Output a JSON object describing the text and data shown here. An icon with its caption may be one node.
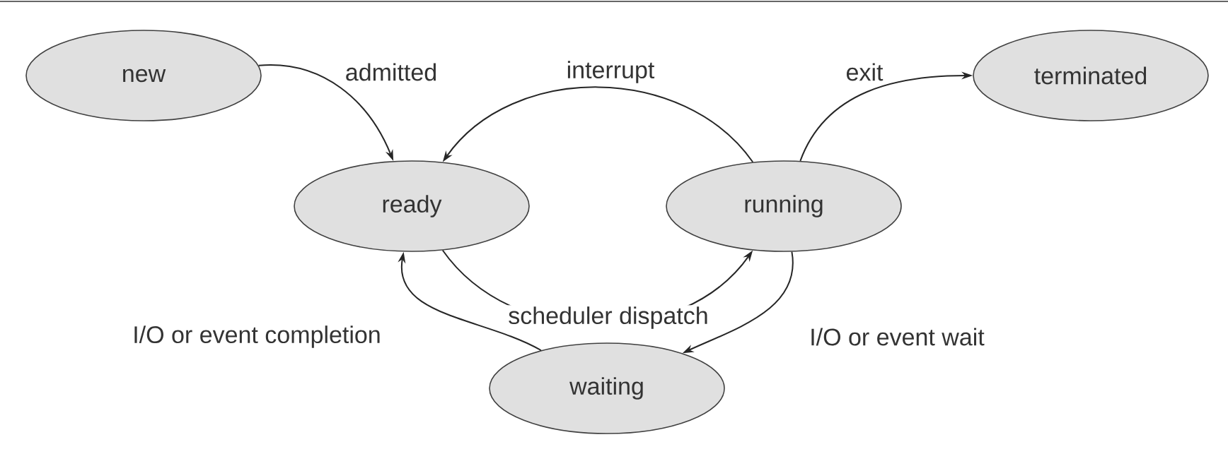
{
  "diagram": {
    "nodes": [
      {
        "text": [
          "new"
        ]
      },
      {
        "text": [
          "terminated"
        ]
      },
      {
        "text": [
          "ready"
        ]
      },
      {
        "text": [
          "running"
        ]
      },
      {
        "text": [
          "waiting"
        ]
      }
    ],
    "edges": [
      {
        "from": 0,
        "to": 2,
        "arrow": "to",
        "label": "admitted"
      },
      {
        "from": 3,
        "to": 2,
        "arrow": "to",
        "label": "interrupt"
      },
      {
        "from": 3,
        "to": 1,
        "arrow": "to",
        "label": "exit"
      },
      {
        "from": 4,
        "to": 2,
        "arrow": "to",
        "label": "I/O or event completion"
      },
      {
        "from": 2,
        "to": 3,
        "arrow": "to",
        "label": "scheduler dispatch"
      },
      {
        "from": 3,
        "to": 4,
        "arrow": "to",
        "label": "I/O or event wait"
      }
    ]
  }
}
